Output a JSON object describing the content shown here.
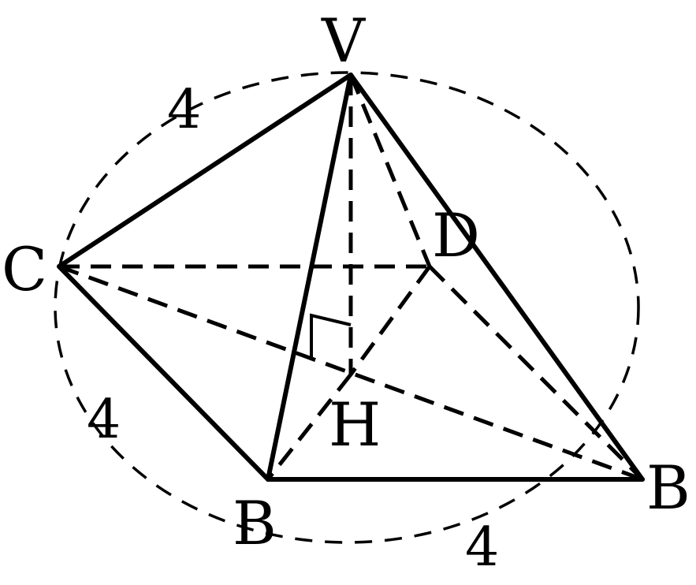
{
  "diagram": {
    "vertices": {
      "v": "V",
      "c": "C",
      "d": "D",
      "h": "H",
      "b_left": "B",
      "b_right": "B"
    },
    "edge_lengths": {
      "vc": "4",
      "cb": "4",
      "bb": "4"
    },
    "right_angle_marker": "right-angle at H"
  }
}
